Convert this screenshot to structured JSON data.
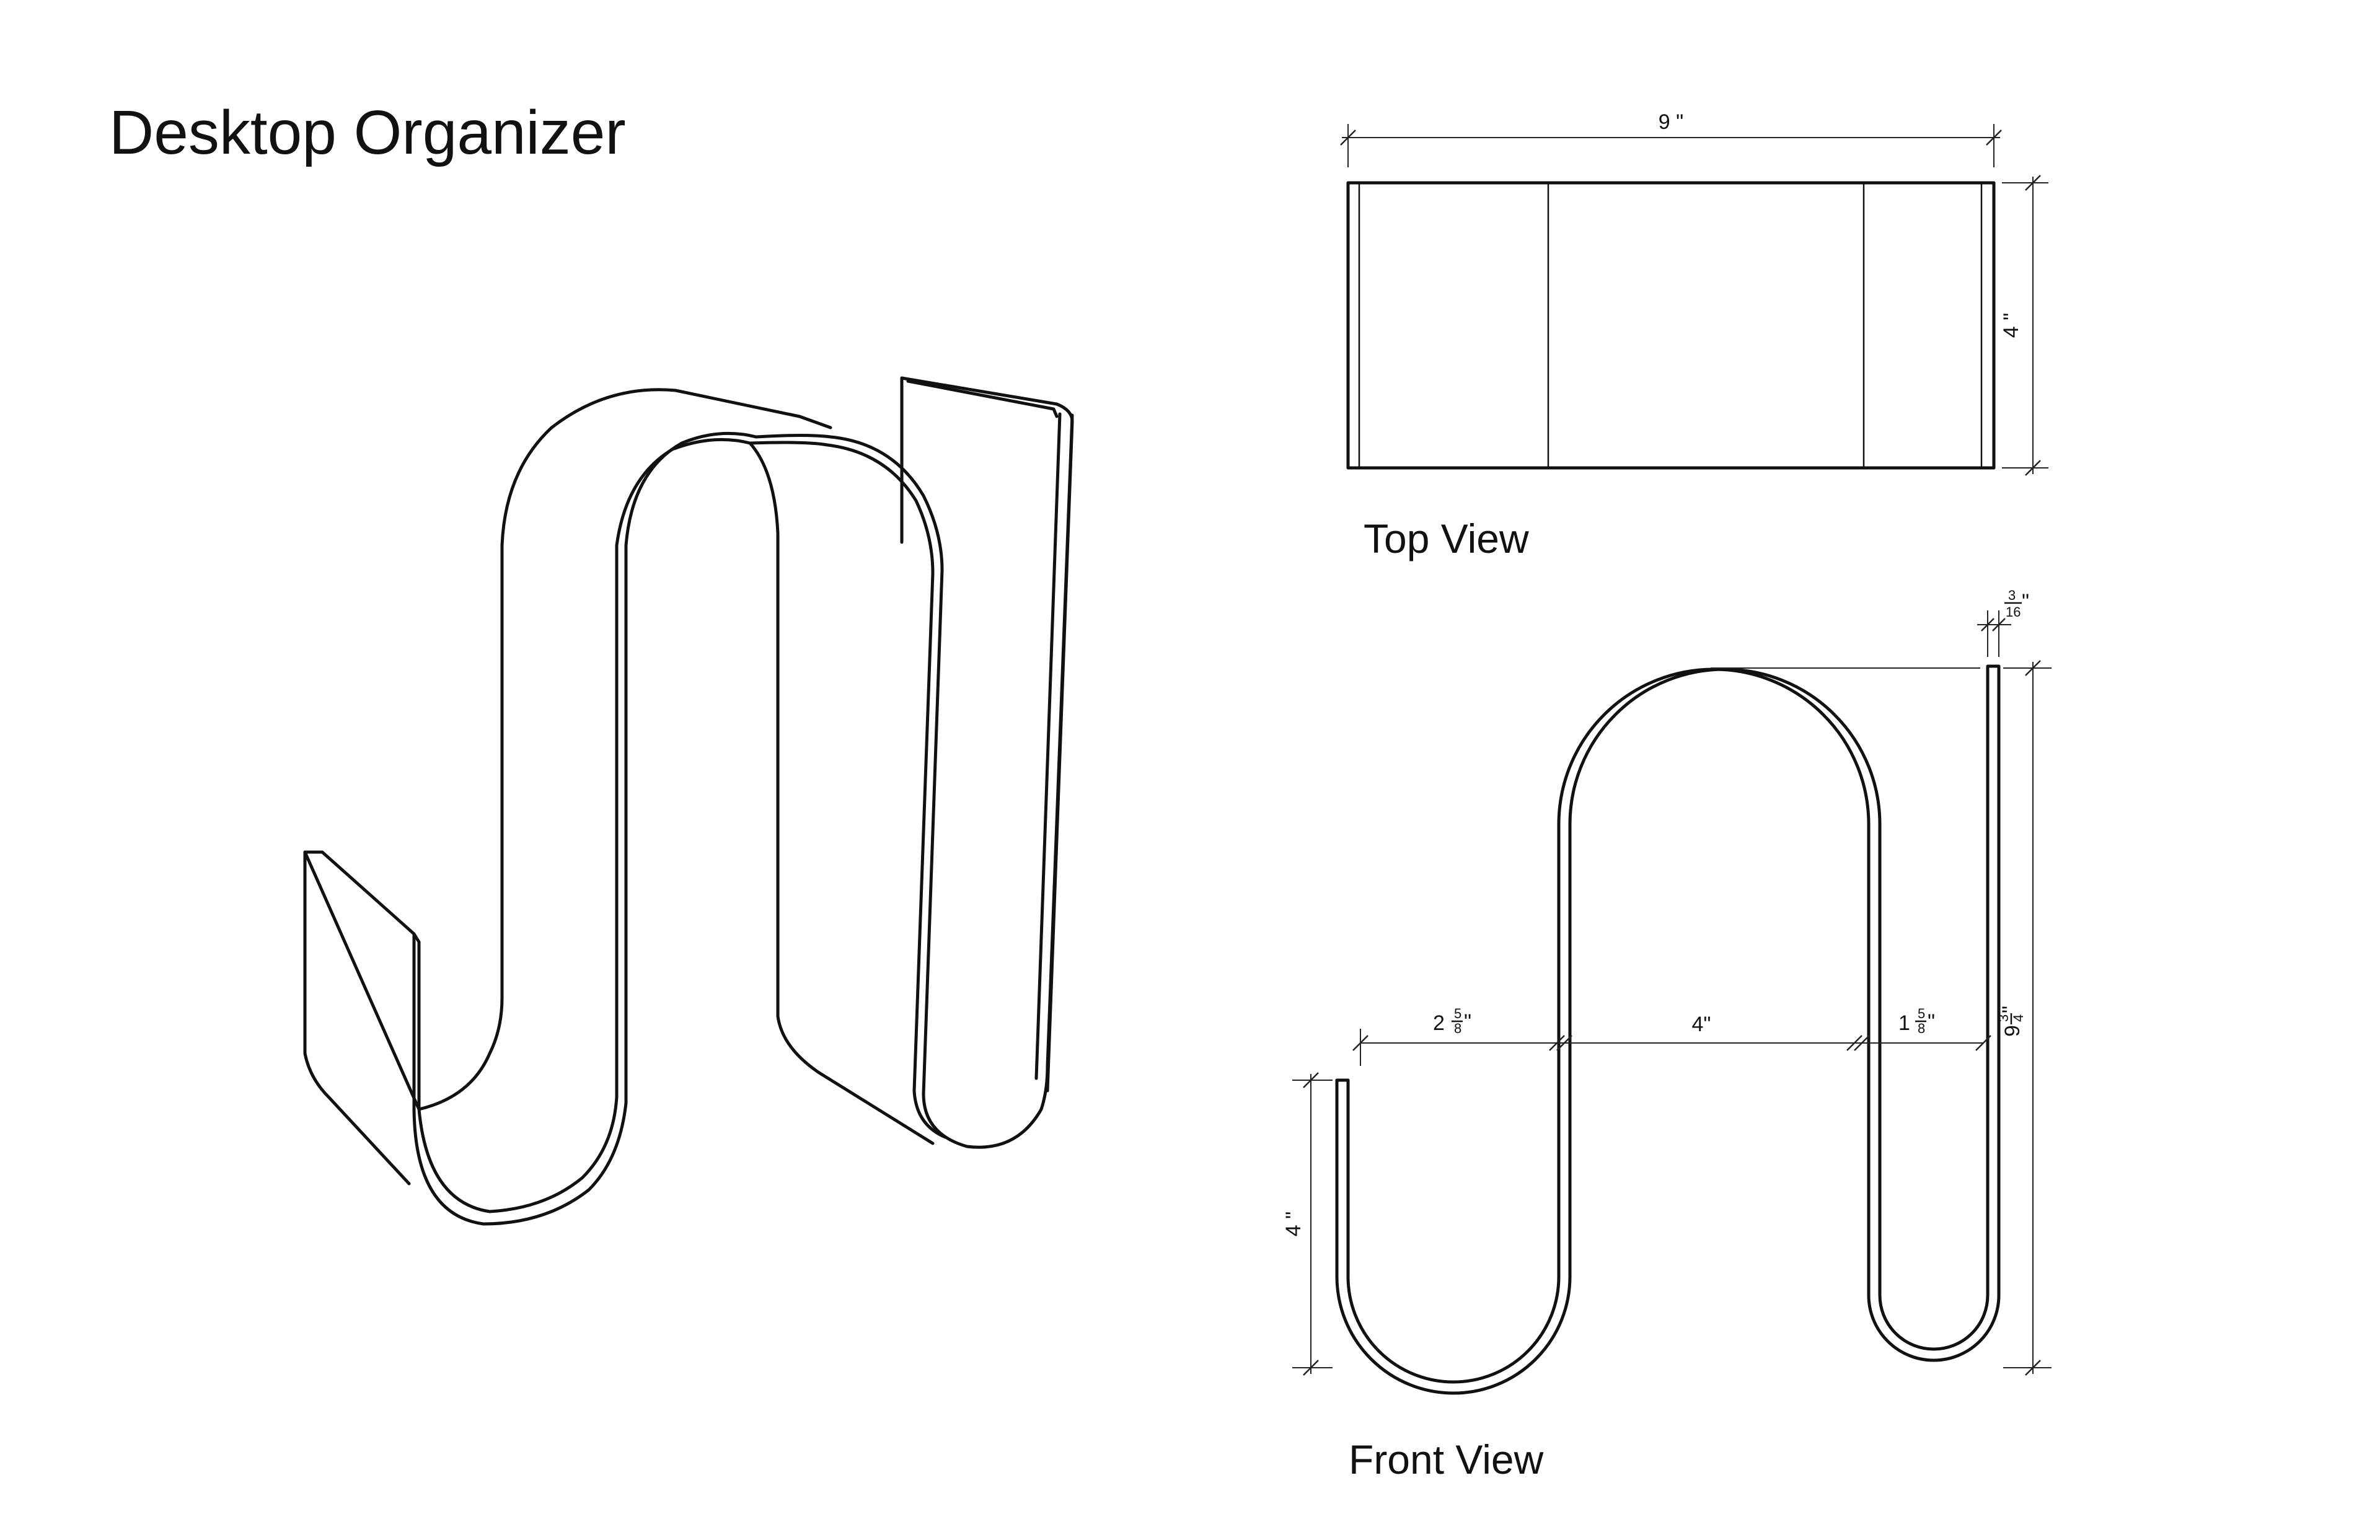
{
  "title": "Desktop Organizer",
  "views": {
    "top": "Top View",
    "front": "Front View"
  },
  "dimensions": {
    "top_width": "9 \"",
    "top_depth": "4 \"",
    "front_left_height": "4 \"",
    "front_span_middle": "4\"",
    "front_span_left_whole": "2",
    "front_span_left_num": "5",
    "front_span_left_den": "8",
    "front_span_left_unit": "\"",
    "front_span_right_whole": "1",
    "front_span_right_num": "5",
    "front_span_right_den": "8",
    "front_span_right_unit": "\"",
    "front_height_whole": "9",
    "front_height_num": "3",
    "front_height_den": "4",
    "front_height_unit": "\"",
    "thickness_num": "3",
    "thickness_den": "16",
    "thickness_unit": "\""
  }
}
